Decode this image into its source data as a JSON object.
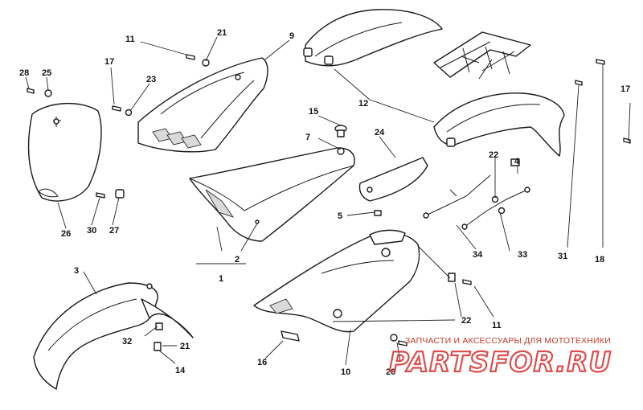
{
  "callouts": {
    "c1": "1",
    "c2": "2",
    "c3": "3",
    "c4": "4",
    "c5": "5",
    "c7": "7",
    "c9": "9",
    "c10": "10",
    "c11a": "11",
    "c11b": "11",
    "c12": "12",
    "c14": "14",
    "c15": "15",
    "c16": "16",
    "c17a": "17",
    "c17b": "17",
    "c18": "18",
    "c20": "20",
    "c21a": "21",
    "c21b": "21",
    "c22a": "22",
    "c22b": "22",
    "c23": "23",
    "c24": "24",
    "c25": "25",
    "c26": "26",
    "c27": "27",
    "c28": "28",
    "c30": "30",
    "c31": "31",
    "c32": "32",
    "c33": "33",
    "c34": "34"
  },
  "watermark": {
    "tagline": "ЗАПЧАСТИ И АКСЕССУАРЫ ДЛЯ МОТОТЕХНИКИ",
    "logo": "PARTSFOR.RU"
  },
  "colors": {
    "line": "#1a1a1a",
    "watermark": "#d63a3a"
  }
}
